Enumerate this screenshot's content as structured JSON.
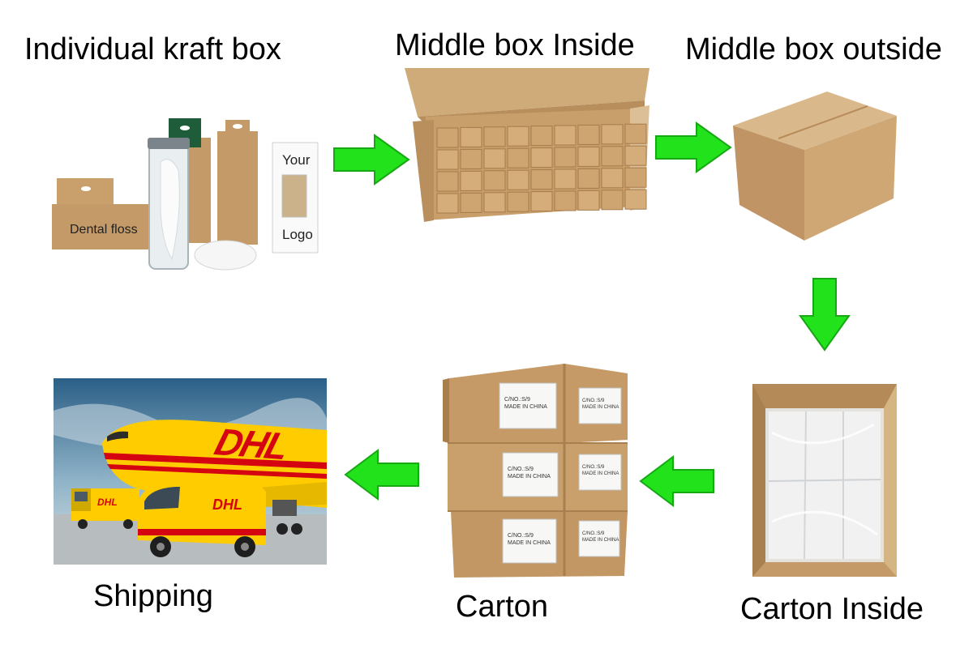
{
  "steps": {
    "individual": {
      "label": "Individual kraft box",
      "box_text": "Dental floss",
      "card_text_top": "Your",
      "card_text_bottom": "Logo"
    },
    "middle_inside": {
      "label": "Middle box Inside"
    },
    "middle_outside": {
      "label": "Middle box outside"
    },
    "carton_inside": {
      "label": "Carton Inside"
    },
    "carton": {
      "label": "Carton",
      "sticker_line1": "C/NO.:S/9",
      "sticker_line2": "MADE IN CHINA"
    },
    "shipping": {
      "label": "Shipping",
      "brand": "DHL"
    }
  },
  "colors": {
    "arrow_fill": "#22e21c",
    "arrow_stroke": "#17a814",
    "kraft": "#c79f6e",
    "dhl_yellow": "#ffcc00",
    "dhl_red": "#d40511"
  }
}
